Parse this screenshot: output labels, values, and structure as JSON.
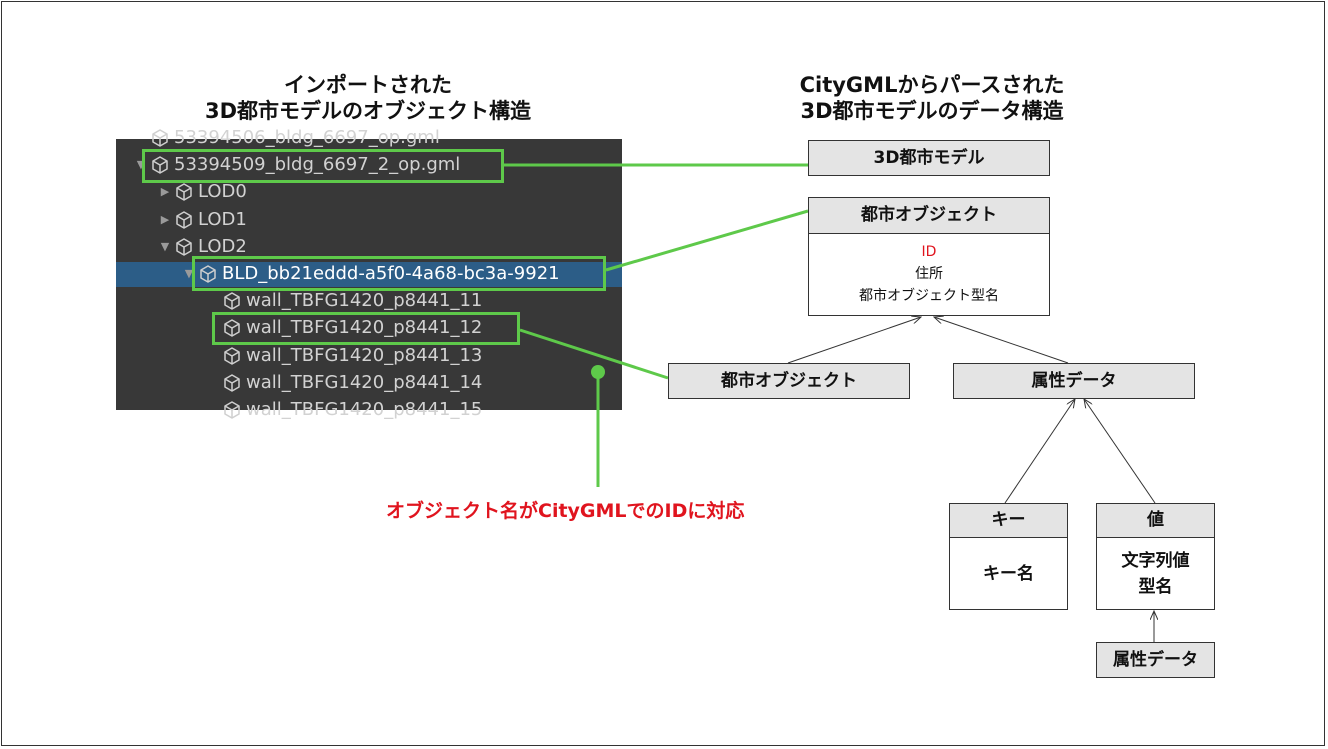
{
  "left_title": [
    "インポートされた",
    "3D都市モデルのオブジェクト構造"
  ],
  "right_title": [
    "CityGMLからパースされた",
    "3D都市モデルのデータ構造"
  ],
  "tree": {
    "rows": [
      {
        "label": "53394506_bldg_6697_op.gml",
        "expand": "",
        "indent": 0
      },
      {
        "label": "53394509_bldg_6697_2_op.gml",
        "expand": "▼",
        "indent": 0
      },
      {
        "label": "LOD0",
        "expand": "▶",
        "indent": 1
      },
      {
        "label": "LOD1",
        "expand": "▶",
        "indent": 1
      },
      {
        "label": "LOD2",
        "expand": "▼",
        "indent": 1
      },
      {
        "label": "BLD_bb21eddd-a5f0-4a68-bc3a-9921",
        "expand": "▼",
        "indent": 2
      },
      {
        "label": "wall_TBFG1420_p8441_11",
        "expand": "",
        "indent": 3
      },
      {
        "label": "wall_TBFG1420_p8441_12",
        "expand": "",
        "indent": 3
      },
      {
        "label": "wall_TBFG1420_p8441_13",
        "expand": "",
        "indent": 3
      },
      {
        "label": "wall_TBFG1420_p8441_14",
        "expand": "",
        "indent": 3
      },
      {
        "label": "wall_TBFG1420_p8441_15",
        "expand": "",
        "indent": 3
      }
    ]
  },
  "model_box": {
    "label": "3D都市モデル"
  },
  "city_object_box": {
    "header": "都市オブジェクト",
    "id": "ID",
    "address": "住所",
    "type_name": "都市オブジェクト型名"
  },
  "child_city_object": {
    "label": "都市オブジェクト"
  },
  "attribute_box": {
    "label": "属性データ"
  },
  "key_box": {
    "header": "キー",
    "body": "キー名"
  },
  "value_box": {
    "header": "値",
    "body": [
      "文字列値",
      "型名"
    ]
  },
  "nested_attribute": {
    "label": "属性データ"
  },
  "note": "オブジェクト名がCityGMLでのIDに対応",
  "colors": {
    "highlight": "#5ec94a",
    "note": "#e0141e",
    "id_text": "#e0141e",
    "panel": "#383838",
    "selected": "#2c5d87"
  }
}
